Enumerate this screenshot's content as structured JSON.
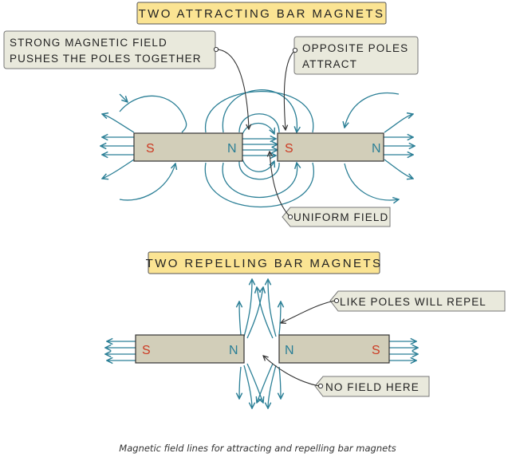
{
  "colors": {
    "field_line": "#2b7f96",
    "magnet_body": "#d2ceb9",
    "magnet_outline": "#333333",
    "south_pole": "#cc3a22",
    "north_pole": "#2b7f96",
    "title_box": "#fbe493",
    "note_box": "#e9e9dc"
  },
  "attracting": {
    "title": "TWO ATTRACTING BAR MAGNETS",
    "magnet_left": {
      "left_pole": "S",
      "right_pole": "N"
    },
    "magnet_right": {
      "left_pole": "S",
      "right_pole": "N"
    },
    "note_strong": [
      "STRONG MAGNETIC FIELD",
      "PUSHES THE POLES TOGETHER"
    ],
    "note_opposite": [
      "OPPOSITE POLES",
      "ATTRACT"
    ],
    "note_uniform": "UNIFORM FIELD"
  },
  "repelling": {
    "title": "TWO REPELLING BAR MAGNETS",
    "magnet_left": {
      "left_pole": "S",
      "right_pole": "N"
    },
    "magnet_right": {
      "left_pole": "N",
      "right_pole": "S"
    },
    "note_like": "LIKE POLES WILL REPEL",
    "note_nofield": "NO FIELD HERE"
  },
  "caption": "Magnetic field lines for attracting and repelling bar magnets"
}
